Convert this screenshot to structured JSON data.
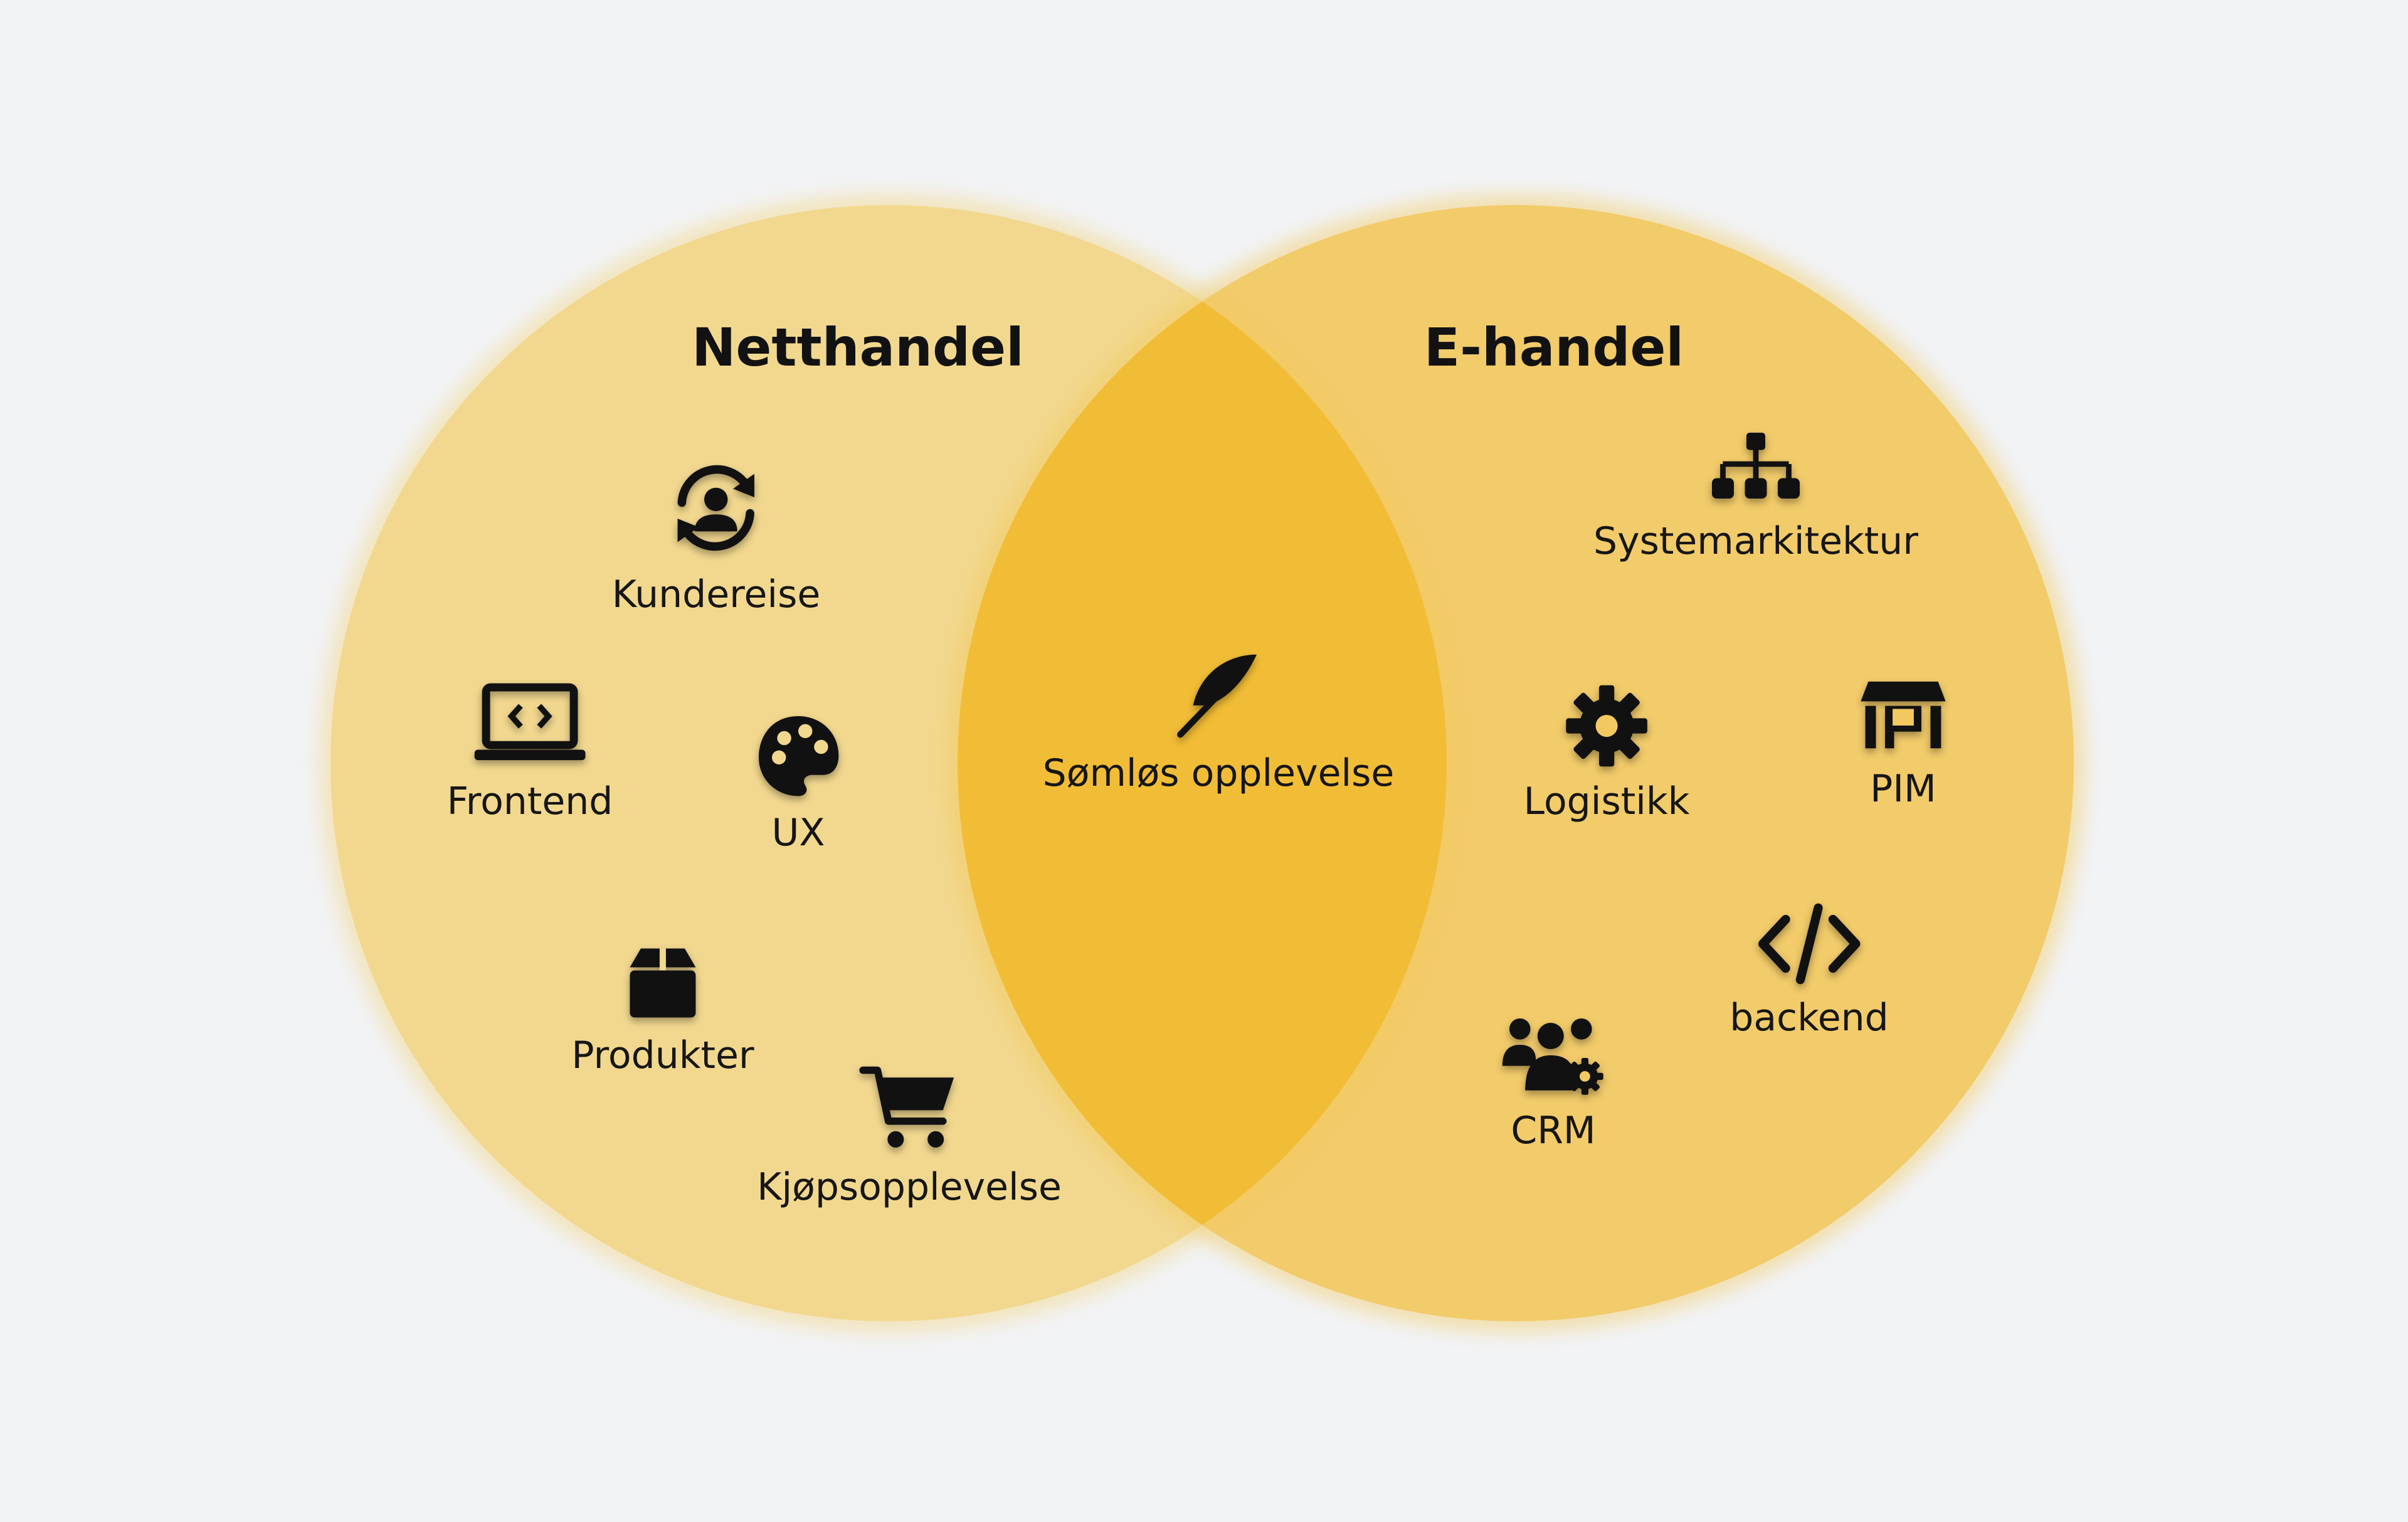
{
  "left_set": {
    "title": "Netthandel",
    "items": [
      "Kundereise",
      "Frontend",
      "UX",
      "Produkter",
      "Kjøpsopplevelse"
    ]
  },
  "right_set": {
    "title": "E-handel",
    "items": [
      "Systemarkitektur",
      "Logistikk",
      "PIM",
      "backend",
      "CRM"
    ]
  },
  "intersection": {
    "items": [
      "Sømløs opplevelse"
    ]
  },
  "icons": {
    "kundereise": "person-sync-icon",
    "frontend": "laptop-code-icon",
    "ux": "palette-icon",
    "produkter": "box-icon",
    "kjopsopplevelse": "cart-icon",
    "somlos": "feather-icon",
    "systemarkitektur": "sitemap-icon",
    "logistikk": "gear-icon",
    "pim": "store-icon",
    "backend": "code-icon",
    "crm": "users-gear-icon"
  },
  "colors": {
    "background": "#f2f3f5",
    "left_circle": "#f2d88f",
    "right_circle": "#f2c960",
    "intersection": "#f2bd36",
    "text": "#121212"
  }
}
